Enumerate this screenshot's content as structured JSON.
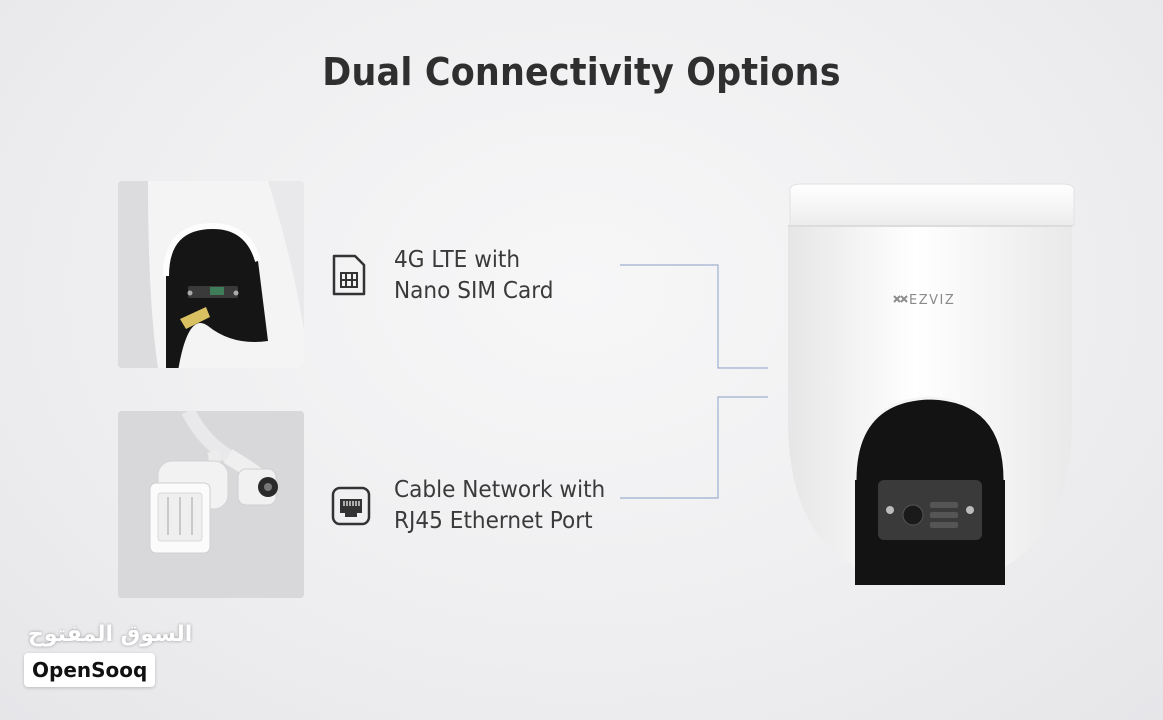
{
  "title": "Dual Connectivity Options",
  "options": [
    {
      "icon": "sim-card-icon",
      "line1": "4G LTE with",
      "line2": "Nano SIM Card"
    },
    {
      "icon": "ethernet-port-icon",
      "line1": "Cable Network with",
      "line2": "RJ45 Ethernet Port"
    }
  ],
  "camera": {
    "brand": "EZVIZ"
  },
  "watermark": {
    "arabic": "السوق المفتوح",
    "brand": "OpenSooq"
  },
  "colors": {
    "background": "#eeeef0",
    "title": "#2f2f2f",
    "connector": "#8fa3c8",
    "camera_body": "#fafafa",
    "camera_dome": "#111111"
  }
}
